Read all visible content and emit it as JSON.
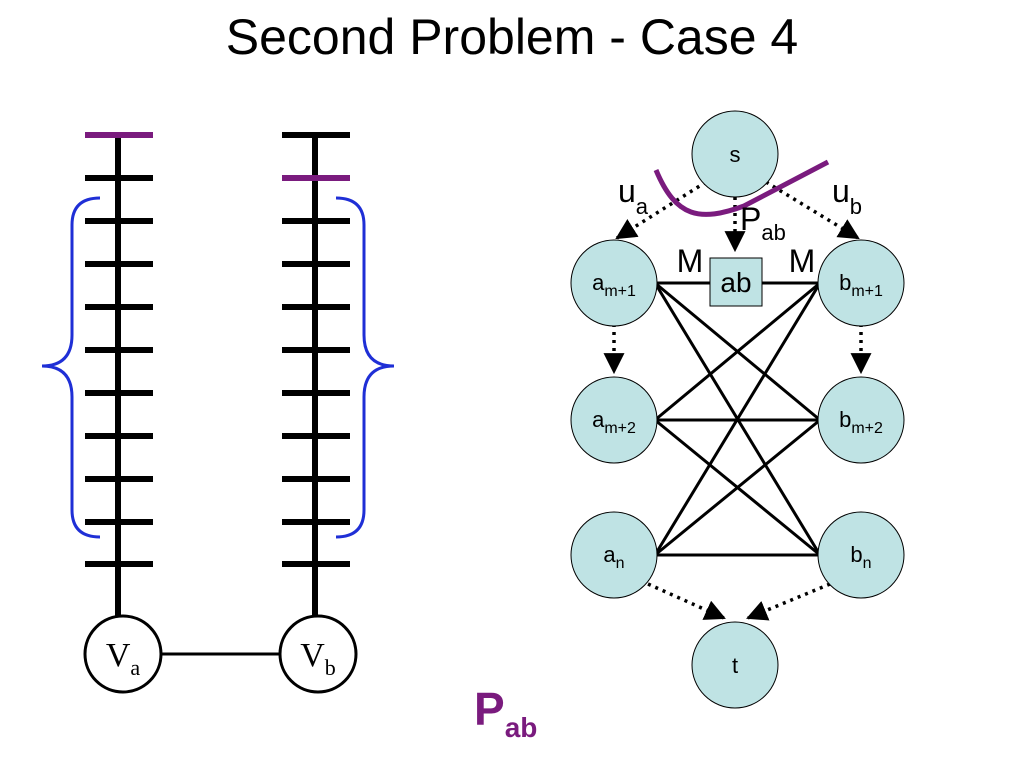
{
  "slide": {
    "title": "Second Problem - Case 4",
    "caption": {
      "main": "P",
      "sub": "ab"
    }
  },
  "colors": {
    "purple": "#7a1b7e",
    "brace_blue": "#1f2fd6",
    "node_fill": "#bfe3e4",
    "line": "#000000"
  },
  "left_diagram": {
    "va": {
      "main": "V",
      "sub": "a"
    },
    "vb": {
      "main": "V",
      "sub": "b"
    }
  },
  "graph": {
    "s": "s",
    "t": "t",
    "ua": {
      "main": "u",
      "sub": "a"
    },
    "ub": {
      "main": "u",
      "sub": "b"
    },
    "pab": {
      "main": "P",
      "sub": "ab"
    },
    "ab_box": "ab",
    "m_left": "M",
    "m_right": "M",
    "a_nodes": [
      {
        "main": "a",
        "sub": "m+1"
      },
      {
        "main": "a",
        "sub": "m+2"
      },
      {
        "main": "a",
        "sub": "n"
      }
    ],
    "b_nodes": [
      {
        "main": "b",
        "sub": "m+1"
      },
      {
        "main": "b",
        "sub": "m+2"
      },
      {
        "main": "b",
        "sub": "n"
      }
    ]
  }
}
